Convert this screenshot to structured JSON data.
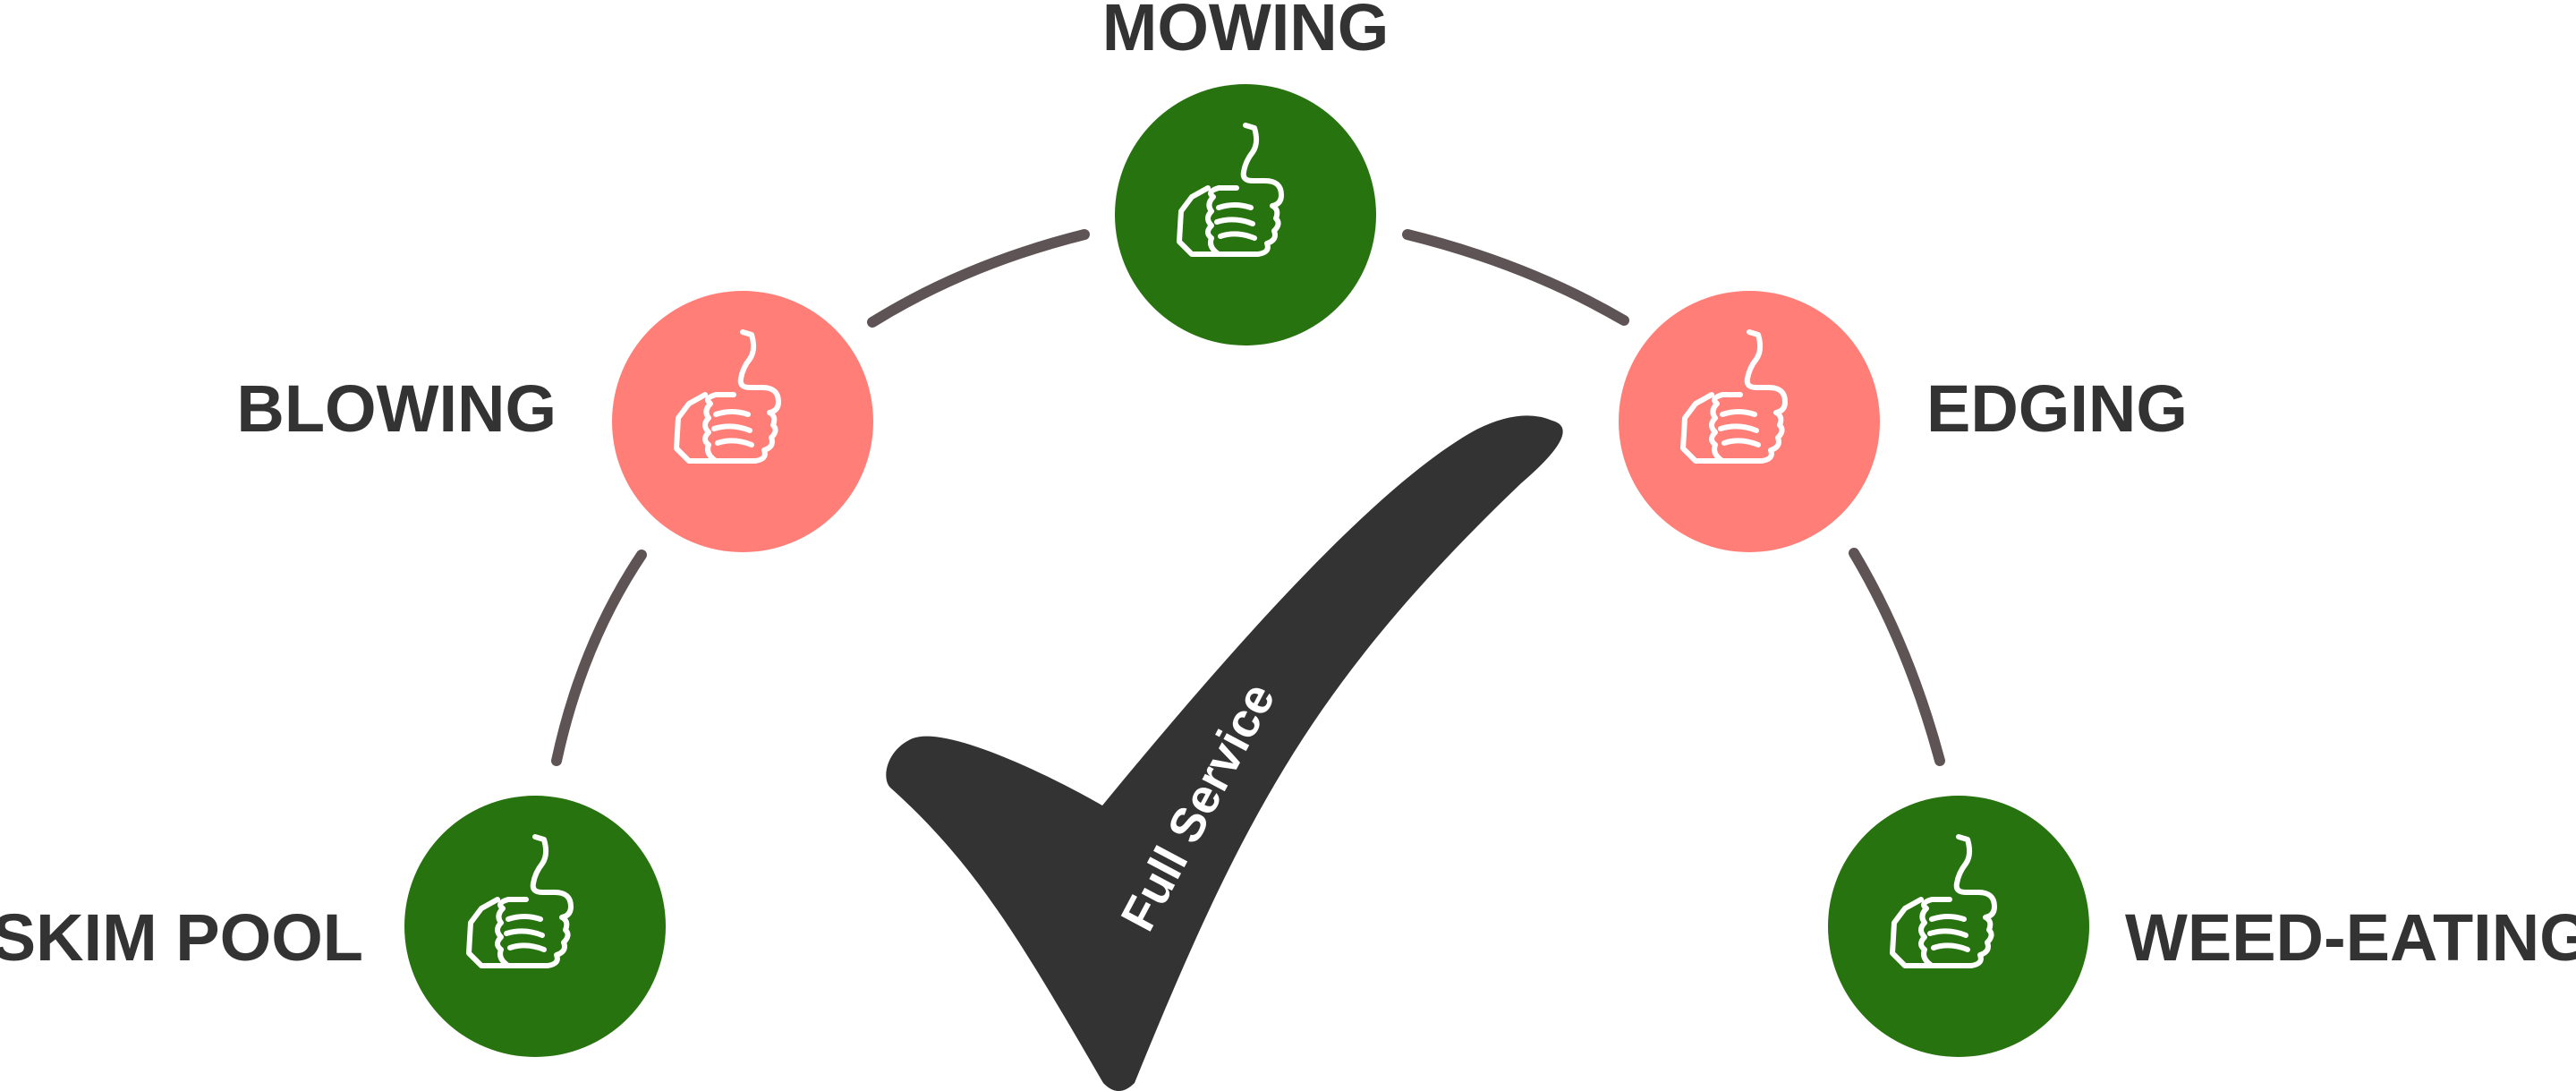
{
  "colors": {
    "green": "#277310",
    "salmon": "#FF7F78",
    "connector": "#5E5455",
    "check": "#333333",
    "label": "#333333",
    "icon_stroke": "#ffffff"
  },
  "center_label": "Full Service",
  "services": [
    {
      "id": "mowing",
      "label": "MOWING",
      "color": "green",
      "icon": "thumbs-up-icon"
    },
    {
      "id": "blowing",
      "label": "BLOWING",
      "color": "salmon",
      "icon": "thumbs-up-icon"
    },
    {
      "id": "edging",
      "label": "EDGING",
      "color": "salmon",
      "icon": "thumbs-up-icon"
    },
    {
      "id": "skim-pool",
      "label": "SKIM POOL",
      "color": "green",
      "icon": "thumbs-up-icon"
    },
    {
      "id": "weed-eating",
      "label": "WEED-EATING",
      "color": "green",
      "icon": "thumbs-up-icon"
    }
  ]
}
